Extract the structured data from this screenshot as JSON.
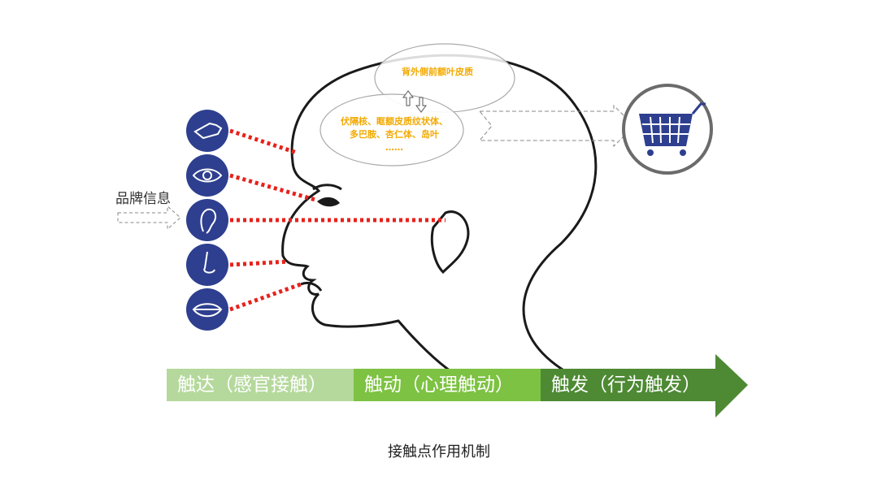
{
  "brand_info_label": "品牌信息",
  "brain_regions": {
    "top": "背外侧前额叶皮质",
    "sub_line1": "伏隔核、眶额皮质纹状体、",
    "sub_line2": "多巴胺、杏仁体、岛叶",
    "sub_line3": "……"
  },
  "senses": [
    {
      "name": "touch",
      "icon": "hand-icon"
    },
    {
      "name": "sight",
      "icon": "eye-icon"
    },
    {
      "name": "hearing",
      "icon": "ear-icon"
    },
    {
      "name": "smell",
      "icon": "nose-icon"
    },
    {
      "name": "taste",
      "icon": "lips-icon"
    }
  ],
  "stages": [
    {
      "label": "触达（感官接触）",
      "color": "#b5d99c"
    },
    {
      "label": "触动（心理触动）",
      "color": "#7dc242"
    },
    {
      "label": "触发（行为触发）",
      "color": "#4e8a34"
    }
  ],
  "caption": "接触点作用机制",
  "colors": {
    "sense_circle": "#2e3f8f",
    "dotted_line": "#e8211b",
    "brain_text": "#f2a900",
    "cart": "#2e3f8f",
    "cart_ring": "#6b6b6b"
  }
}
